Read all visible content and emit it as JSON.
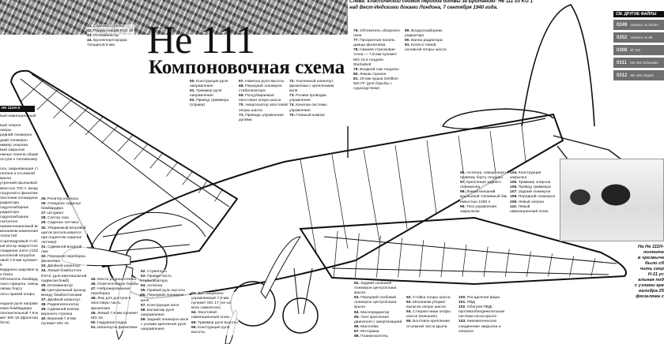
{
  "header": {
    "title": "He 111",
    "subtitle": "Компоновочная схема",
    "photo_caption": "Слева: классический снимок периода битвы за Британию: He 111 из KG 1 над Вест-Индскими доками Лондона, 7 сентября 1940 года."
  },
  "left_column": {
    "heading": "He 111H-3",
    "lines": [
      "вый навигационный",
      "",
      "вый элерон",
      "онеры",
      "редний лонжерон",
      "дний лонжерон",
      "иммер элерона",
      "вый закрылок",
      "емные панели обшивки",
      "оступа к топливному",
      "",
      "оса, закрывающая стык",
      "оплана и отъемной",
      "крыла",
      "утренний крыльевой",
      "мкостью 700 л, между",
      "гондолой и фюзеляжем",
      "Заслонки охлаждения",
      "радиатора",
      "оздухозаборник",
      "радиатора",
      "оздухозаборник",
      "гнетателя",
      "еременношаговый винт VDM",
      "механизм изменения",
      "лопастей",
      "2-цилиндровый V-об-",
      "ый мотор жидкостного",
      "лаждения Jumo 211D-1",
      "ыхлопной патрубок",
      "овой 7,9-мм пулемет",
      "5",
      "Карданно-шаровое креп-",
      "е Ikaria",
      "Обтекатель бомбарди-",
      "ского прицела, смещен",
      "овому борту",
      "лесо правой опоры",
      "",
      "ендали руля направления",
      "ежка бомбардира",
      "ополнительный 7,9-мм",
      "мет MG 15 (фронтовая",
      "бота)"
    ]
  },
  "legend_blocks": [
    {
      "id": "b41",
      "items": [
        [
          "41.",
          "Сиденье стрелка"
        ],
        [
          "42.",
          "Радиостанция FuG 10"
        ],
        [
          "43.",
          "Иллюминатор"
        ],
        [
          "44.",
          "Бронеперегородка толщиной 8 мм"
        ]
      ]
    },
    {
      "id": "b60",
      "items": [
        [
          "60.",
          "Конструкция руля направления"
        ],
        [
          "61.",
          "Триммер руля направления"
        ],
        [
          "62.",
          "Привод триммера (справа)"
        ]
      ]
    },
    {
      "id": "b67",
      "items": [
        [
          "67.",
          "Навеска руля высоты"
        ],
        [
          "68.",
          "Передний лонжерон стабилизатора"
        ],
        [
          "69.",
          "Полуубираемая хвостовая опора шасси"
        ],
        [
          "70.",
          "Амортизатор хвостовой опоры шасси"
        ],
        [
          "71.",
          "Приводы управления рулями"
        ]
      ]
    },
    {
      "id": "b72",
      "items": [
        [
          "72.",
          "Усиленный шпангоут фюзеляжа с креплением киля"
        ],
        [
          "73.",
          "Ролики проводки управления"
        ],
        [
          "74.",
          "Качалка системы управления"
        ],
        [
          "75.",
          "Главный компас"
        ]
      ]
    },
    {
      "id": "b76",
      "items": [
        [
          "76.",
          "Обтекатель обзорного окна"
        ],
        [
          "77.",
          "Прозрачная панель днища фюзеляжа"
        ],
        [
          "78.",
          "Нижняя стрелковая точка — 7,9-мм пулемет MG 15 в гондоле Sterbebett"
        ],
        [
          "79.",
          "Входной люк гондолы"
        ],
        [
          "80.",
          "Лежак стрелка"
        ],
        [
          "81.",
          "20-мм пушка Oerlikon MG FF (для борьбы с судоходством)"
        ]
      ]
    },
    {
      "id": "b89",
      "items": [
        [
          "89.",
          "Воздухозаборник радиатора"
        ],
        [
          "90.",
          "Ванна радиатора"
        ],
        [
          "91.",
          "Колесо левой основной опоры шасси"
        ]
      ]
    },
    {
      "id": "b25",
      "items": [
        [
          "25.",
          "Репитер компаса"
        ],
        [
          "26.",
          "Откидное сиденье бомбардира"
        ],
        [
          "27.",
          "Штурвал"
        ],
        [
          "28.",
          "Сектор газа"
        ],
        [
          "29.",
          "Сиденье летчика"
        ],
        [
          "30.",
          "Убираемый ветровой щиток (использовался при поднятом сиденье летчика)"
        ],
        [
          "31.",
          "Сдвижной входной люк"
        ],
        [
          "32.",
          "Передняя переборка фюзеляжа"
        ],
        [
          "33.",
          "Двойной шпангоут"
        ],
        [
          "34.",
          "Левый бомбоотсек ESAC (для вертикальной подвески бомб)"
        ],
        [
          "35.",
          "Иллюминатор"
        ],
        [
          "36.",
          "Центральный проход между бомбоотсеками"
        ],
        [
          "37.",
          "Двойной шпангоут"
        ],
        [
          "38.",
          "Радиопеленгатор"
        ],
        [
          "39.",
          "Сдвижной колпак верхнего стрелка"
        ],
        [
          "40.",
          "Верхний 7,9-мм пулемет MG 15"
        ]
      ]
    },
    {
      "id": "b45",
      "items": [
        [
          "45.",
          "Мачта радиоантенны"
        ],
        [
          "46.",
          "Осветительные бомбы"
        ],
        [
          "47.",
          "Небронированная переборка"
        ],
        [
          "48.",
          "Люк для доступа в хвостовую часть фюзеляжа"
        ],
        [
          "49.",
          "Левый 7,9-мм пулемет MG 15"
        ],
        [
          "50.",
          "Надувная лодка"
        ],
        [
          "51.",
          "Шпангоуты фюзеляжа"
        ]
      ]
    },
    {
      "id": "b52",
      "items": [
        [
          "52.",
          "Стрингеры"
        ],
        [
          "53.",
          "Правая часть стабилизатора"
        ],
        [
          "54.",
          "Антенна"
        ],
        [
          "55.",
          "Правый руль высоты"
        ],
        [
          "56.",
          "Передний лонжерон киля"
        ],
        [
          "57.",
          "Конструкция киля"
        ],
        [
          "58.",
          "Балансир руля направления"
        ],
        [
          "59.",
          "Задний лонжерон киля с узлами крепления руля направления"
        ]
      ]
    },
    {
      "id": "b63",
      "items": [
        [
          "63.",
          "Дистанционно управляемый 7,9-мм пулемет MG 17 (не на всех самолетах)"
        ],
        [
          "64.",
          "Хвостовой навигационный огонь"
        ],
        [
          "65.",
          "Триммер руля высоты"
        ],
        [
          "66.",
          "Конструкция руля высоты"
        ]
      ]
    },
    {
      "id": "b82",
      "items": [
        [
          "82.",
          "Задний скобовой лонжерон центроплана крыла"
        ],
        [
          "83.",
          "Передний скобовой лонжерон центроплана крыла"
        ],
        [
          "84.",
          "Маслорадиатор"
        ],
        [
          "85.",
          "Узел крепления двигателя с амортизацией"
        ],
        [
          "86.",
          "Маслобак"
        ],
        [
          "87.",
          "Моторама"
        ],
        [
          "88.",
          "Пламегаситель"
        ]
      ]
    },
    {
      "id": "b92",
      "items": [
        [
          "92.",
          "Стойка опоры шасси"
        ],
        [
          "93.",
          "Механизм уборки/выпуска опоры шасси"
        ],
        [
          "94.",
          "Створки ниши опоры шасси (внешние)"
        ],
        [
          "95.",
          "Болтовое крепление отъемной части крыла"
        ]
      ]
    },
    {
      "id": "b100",
      "items": [
        [
          "100.",
          "Посадочная фара"
        ],
        [
          "101.",
          "ПВД"
        ],
        [
          "102.",
          "Обогрев ПВД/противообледенительная система носка крыла"
        ],
        [
          "103.",
          "Кинематическое соединение закрылка и элерона"
        ]
      ]
    },
    {
      "id": "b96",
      "items": [
        [
          "96.",
          "Антенна, смещенная к правому борту гондолы"
        ],
        [
          "97.",
          "Крепление заднего лонжерона"
        ],
        [
          "98.",
          "Левый внешний крыльевой топливный бак емкостью 1000 л"
        ],
        [
          "99.",
          "Тяга управления закрылком"
        ]
      ]
    },
    {
      "id": "b104",
      "items": [
        [
          "104.",
          "Конструкция закрылка"
        ],
        [
          "105.",
          "Триммер элерона"
        ],
        [
          "106.",
          "Привод триммера"
        ],
        [
          "107.",
          "Задний лонжерон"
        ],
        [
          "108.",
          "Передний лонжерон"
        ],
        [
          "109.",
          "Левый элерон"
        ],
        [
          "110.",
          "Левый навигационный огонь"
        ]
      ]
    }
  ],
  "sidebar": {
    "heading": "СМ. ДРУГИЕ ФАЙЛЫ",
    "items": [
      {
        "number": "0249",
        "label": "Junkers Ju 52/3m"
      },
      {
        "number": "0252",
        "label": "Junkers Ju 88"
      },
      {
        "number": "0308",
        "label": "Bf 110"
      },
      {
        "number": "0311",
        "label": "Me 262 Schwalbe"
      },
      {
        "number": "0312",
        "label": "Me 323 Gigant"
      }
    ]
  },
  "photo_right_caption": [
    "На He 111H-",
    "полните",
    "в чрезвыча",
    "было сб",
    "чить скор",
    "H-11 ус",
    "альная под",
    "с узлами кре",
    "калибра 25",
    "фюзеляжа с"
  ]
}
